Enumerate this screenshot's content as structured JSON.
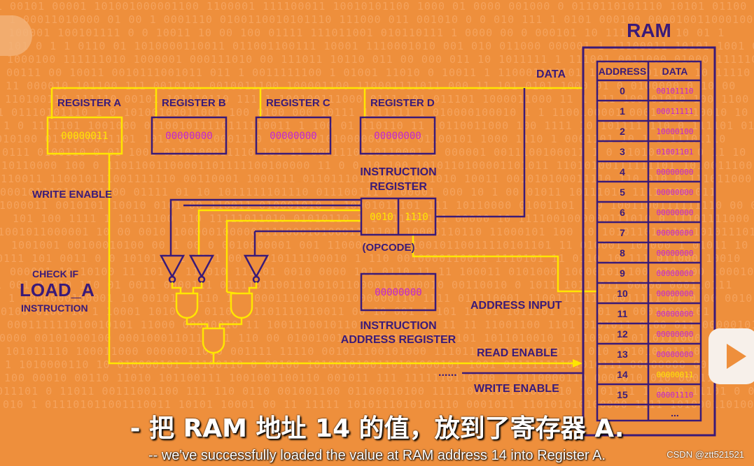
{
  "diagram": {
    "ram_title": "RAM",
    "data_bus_label": "DATA",
    "registers": [
      {
        "label": "REGISTER A",
        "value": "00000011"
      },
      {
        "label": "REGISTER B",
        "value": "00000000"
      },
      {
        "label": "REGISTER C",
        "value": "00000000"
      },
      {
        "label": "REGISTER D",
        "value": "00000000"
      }
    ],
    "instruction_register": {
      "label_line1": "INSTRUCTION",
      "label_line2": "REGISTER",
      "opcode": "0010",
      "operand": "1110",
      "opcode_caption": "(OPCODE)"
    },
    "instruction_address_register": {
      "value": "00000000",
      "label_line1": "INSTRUCTION",
      "label_line2": "ADDRESS REGISTER"
    },
    "labels": {
      "write_enable_left": "WRITE ENABLE",
      "check_if": "CHECK IF",
      "load_a": "LOAD_A",
      "instruction": "INSTRUCTION",
      "address_input": "ADDRESS INPUT",
      "read_enable": "READ ENABLE",
      "write_enable_right": "WRITE ENABLE",
      "dots_left": "......"
    },
    "ram": {
      "col_address": "ADDRESS",
      "col_data": "DATA",
      "rows": [
        {
          "address": "0",
          "data": "00101110"
        },
        {
          "address": "1",
          "data": "00011111"
        },
        {
          "address": "2",
          "data": "10000100"
        },
        {
          "address": "3",
          "data": "01001101"
        },
        {
          "address": "4",
          "data": "00000000"
        },
        {
          "address": "5",
          "data": "00000000"
        },
        {
          "address": "6",
          "data": "00000000"
        },
        {
          "address": "7",
          "data": "00000000"
        },
        {
          "address": "8",
          "data": "00000000"
        },
        {
          "address": "9",
          "data": "00000000"
        },
        {
          "address": "10",
          "data": "00000000"
        },
        {
          "address": "11",
          "data": "00000000"
        },
        {
          "address": "12",
          "data": "00000000"
        },
        {
          "address": "13",
          "data": "00000000"
        },
        {
          "address": "14",
          "data": "00000011"
        },
        {
          "address": "15",
          "data": "00001110"
        }
      ],
      "more": "...",
      "highlight_index": 14
    }
  },
  "subtitles": {
    "chinese": "- 把 RAM 地址 14 的值，放到了寄存器 A.",
    "english": "-- we've successfully loaded the value at RAM address 14 into Register A."
  },
  "watermark": "CSDN @ztt521521",
  "icons": {
    "logo": "pbs-logo-icon",
    "player": "play-button-icon"
  },
  "colors": {
    "background": "#ee8f3c",
    "wire": "#ffe600",
    "outline": "#3a1a78",
    "zero_bits": "#c024d6"
  }
}
